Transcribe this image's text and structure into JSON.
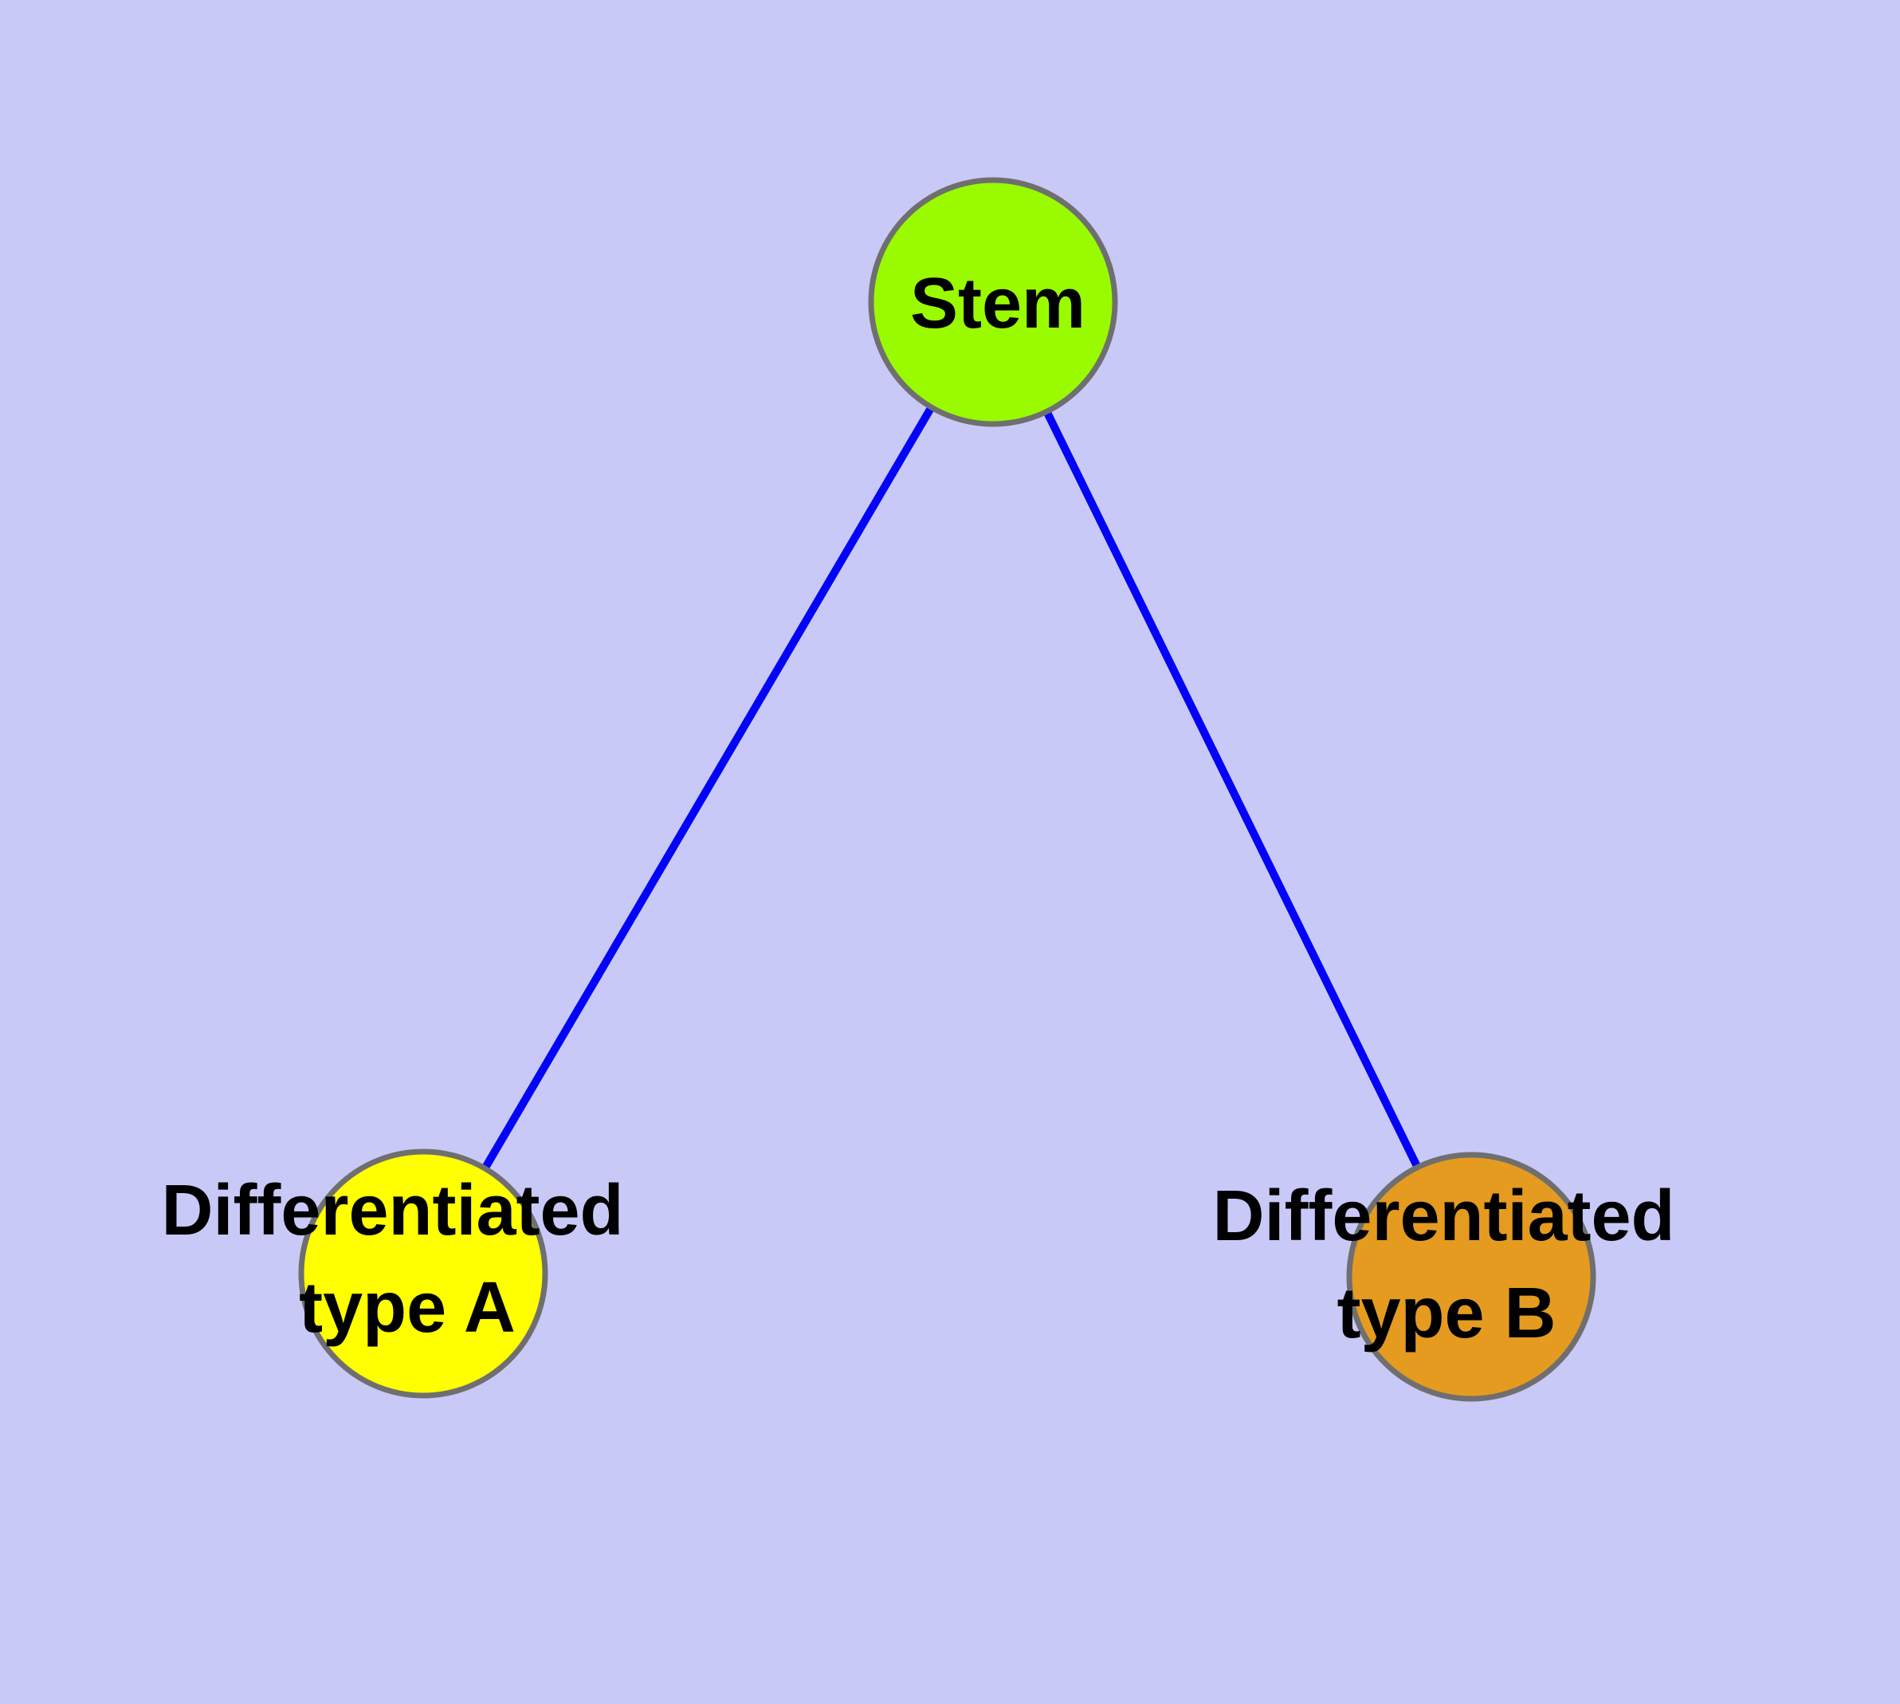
{
  "canvas": {
    "background": "#c9c9f8"
  },
  "graph": {
    "node_border_color": "#6f6f6f",
    "text_color": "#000000",
    "nodes": [
      {
        "id": "stem",
        "label": "Stem",
        "lines": [
          "Stem"
        ],
        "fill": "#9afb00"
      },
      {
        "id": "differentiated-type-a",
        "label": "Differentiated type A",
        "lines": [
          "Differentiated",
          "type A"
        ],
        "fill": "#ffff00"
      },
      {
        "id": "differentiated-type-b",
        "label": "Differentiated type B",
        "lines": [
          "Differentiated",
          "type B"
        ],
        "fill": "#e49b20"
      }
    ],
    "edges": [
      {
        "from": "Stem",
        "to": "Differentiated type A",
        "color": "#0303f8"
      },
      {
        "from": "Stem",
        "to": "Differentiated type B",
        "color": "#0303f8"
      }
    ]
  }
}
